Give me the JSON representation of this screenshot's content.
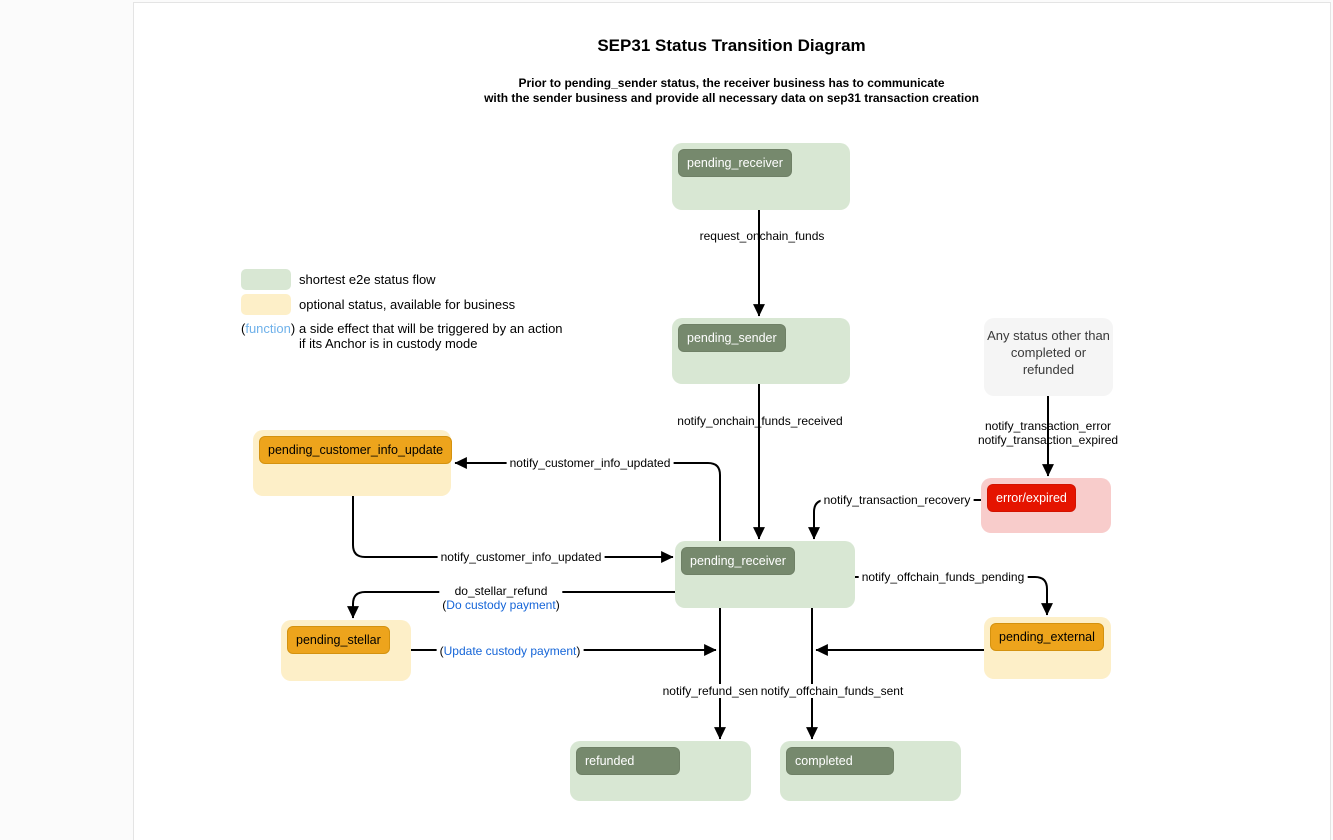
{
  "header": {
    "title": "SEP31 Status Transition Diagram",
    "subtitle_line1": "Prior to pending_sender status, the receiver business has to communicate",
    "subtitle_line2": "with the sender business and provide all necessary data on sep31 transaction creation"
  },
  "legend": {
    "green_label": "shortest e2e status flow",
    "yellow_label": "optional status, available for business",
    "function_open": "(",
    "function_word": "function",
    "function_close": ")",
    "function_desc_line1": "a side effect that will be triggered by an action",
    "function_desc_line2": "if its Anchor is in custody mode"
  },
  "nodes": {
    "pending_receiver_top": {
      "label": "pending_receiver"
    },
    "pending_sender": {
      "label": "pending_sender"
    },
    "any_status": {
      "line1": "Any status other than",
      "line2": "completed or refunded"
    },
    "error_expired": {
      "label": "error/expired"
    },
    "pending_customer_info_update": {
      "label": "pending_customer_info_update"
    },
    "pending_receiver_mid": {
      "label": "pending_receiver"
    },
    "pending_stellar": {
      "label": "pending_stellar"
    },
    "pending_external": {
      "label": "pending_external"
    },
    "refunded": {
      "label": "refunded"
    },
    "completed": {
      "label": "completed"
    }
  },
  "edges": {
    "request_onchain_funds": {
      "label": "request_onchain_funds"
    },
    "notify_onchain_funds_received": {
      "label": "notify_onchain_funds_received"
    },
    "error_in": {
      "label_line1": "notify_transaction_error",
      "label_line2": "notify_transaction_expired"
    },
    "notify_transaction_recovery": {
      "label": "notify_transaction_recovery"
    },
    "to_customer_info_update": {
      "label": "notify_customer_info_updated"
    },
    "from_customer_info_update": {
      "label": "notify_customer_info_updated"
    },
    "do_stellar_refund": {
      "label": "do_stellar_refund",
      "sub_open": "(",
      "sub_text": "Do custody payment",
      "sub_close": ")"
    },
    "update_custody_payment": {
      "open": "(",
      "text": "Update custody payment",
      "close": ")"
    },
    "notify_offchain_funds_pending": {
      "label": "notify_offchain_funds_pending"
    },
    "notify_refund_sent": {
      "label": "notify_refund_sent"
    },
    "notify_offchain_funds_sent": {
      "label": "notify_offchain_funds_sent"
    }
  },
  "colors": {
    "shortest_flow_fill": "#d8e7d3",
    "shortest_flow_badge": "#76896d",
    "optional_fill": "#fdefc8",
    "optional_badge": "#eda41c",
    "error_fill": "#f8cccb",
    "error_badge": "#e51400",
    "any_status_fill": "#f5f5f5",
    "function_blue": "#1565d8",
    "legend_function_blue": "#6fb1ea",
    "edge_stroke": "#000000"
  }
}
